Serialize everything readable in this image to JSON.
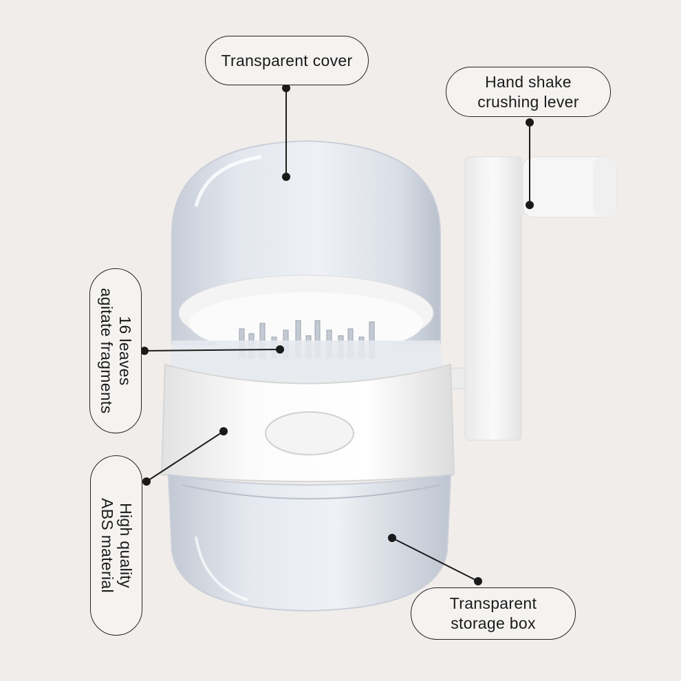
{
  "labels": {
    "transparent_cover": "Transparent cover",
    "crushing_lever": "Hand shake\ncrushing lever",
    "agitate_fragments": "16 leaves\nagitate fragments",
    "abs_material": "High quality\nABS material",
    "storage_box": "Transparent\nstorage box"
  },
  "colors": {
    "background": "#f0edeb",
    "outline": "#222222",
    "product_white": "#f7f7f7"
  }
}
